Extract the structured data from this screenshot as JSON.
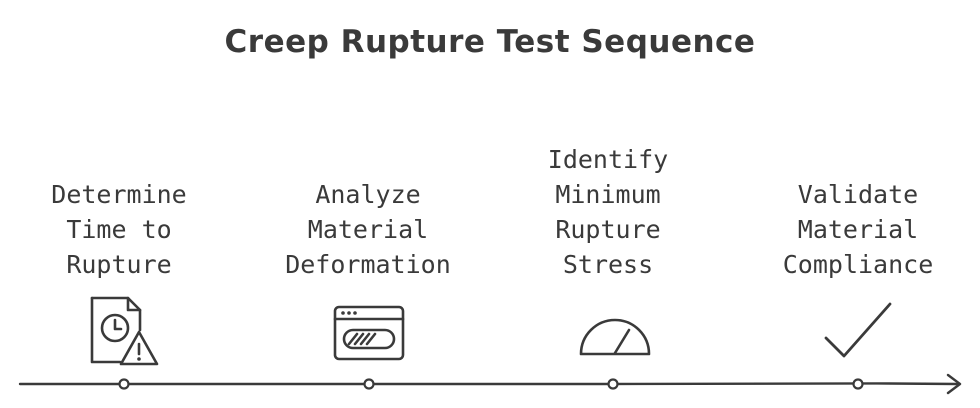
{
  "title": "Creep Rupture Test Sequence",
  "steps": [
    {
      "lines": [
        "Determine",
        "Time to",
        "Rupture"
      ],
      "icon": "clock-document-warning-icon"
    },
    {
      "lines": [
        "Analyze",
        "Material",
        "Deformation"
      ],
      "icon": "progress-window-icon"
    },
    {
      "lines": [
        "Identify",
        "Minimum",
        "Rupture",
        "Stress"
      ],
      "icon": "gauge-icon"
    },
    {
      "lines": [
        "Validate",
        "Material",
        "Compliance"
      ],
      "icon": "checkmark-icon"
    }
  ],
  "colors": {
    "ink": "#3a3a3a",
    "background": "#ffffff"
  }
}
